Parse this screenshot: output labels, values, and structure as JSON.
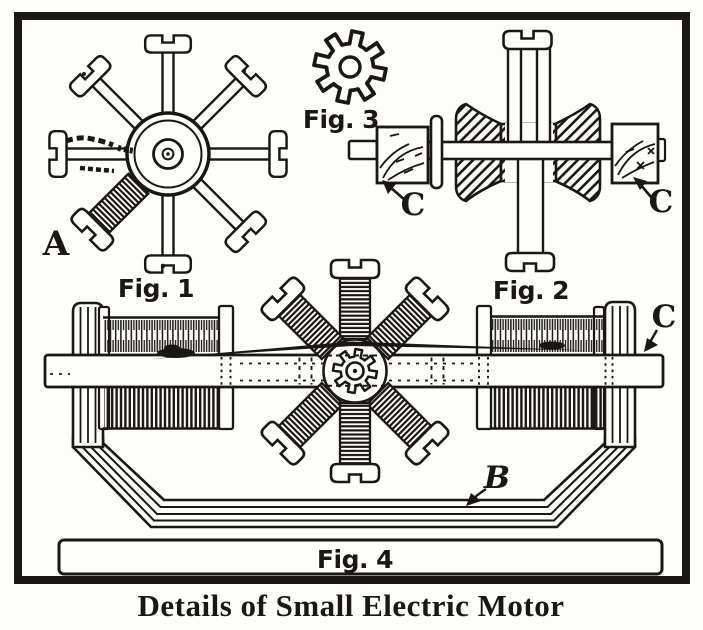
{
  "caption": "Details of Small Electric Motor",
  "labels": {
    "fig1": "Fig. 1",
    "fig2": "Fig. 2",
    "fig3": "Fig. 3",
    "fig4": "Fig. 4"
  },
  "part_labels": {
    "armature": "A",
    "frame": "B",
    "c_bearing_left": "C",
    "c_bearing_right": "C",
    "c_base_bar": "C"
  },
  "colors": {
    "ink": "#1b1712",
    "paper": "#fdfdfa"
  }
}
